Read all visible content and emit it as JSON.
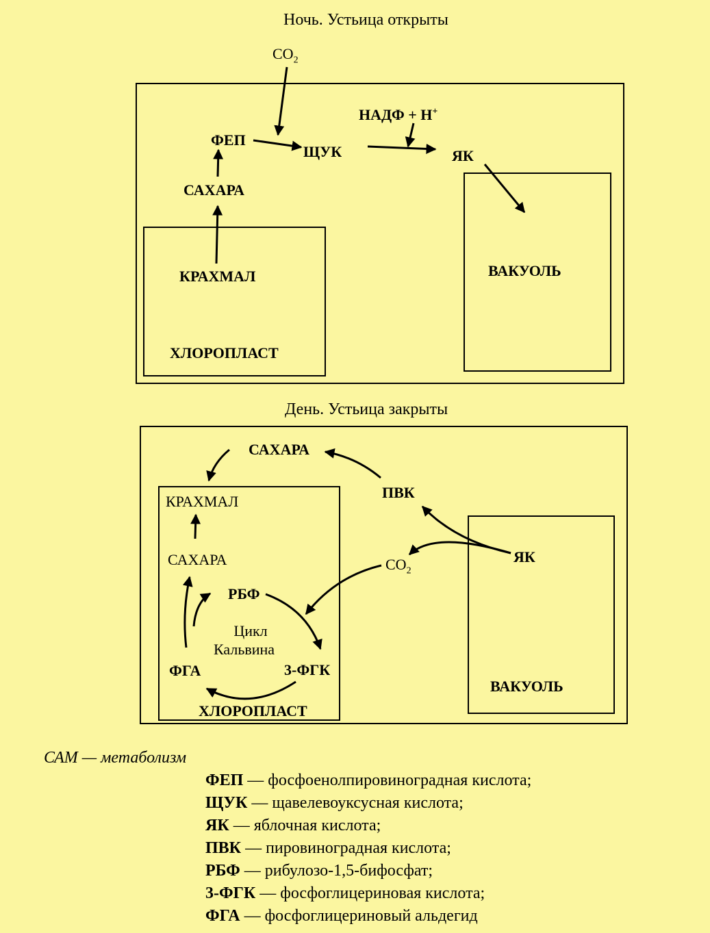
{
  "night": {
    "title": "Ночь. Устьица открыты",
    "co2": "CO",
    "co2_sub": "2",
    "fep": "ФЕП",
    "shchuk": "ЩУК",
    "nadf": "НАДФ + Н",
    "nadf_sup": "+",
    "yak": "ЯК",
    "sakhara": "САХАРА",
    "krakhmal": "КРАХМАЛ",
    "chloroplast": "ХЛОРОПЛАСТ",
    "vacuole": "ВАКУОЛЬ"
  },
  "day": {
    "title": "День. Устьица закрыты",
    "sakhara_top": "САХАРА",
    "pvk": "ПВК",
    "krakhmal": "КРАХМАЛ",
    "sakhara_inner": "САХАРА",
    "rbf": "РБФ",
    "cycle_line1": "Цикл",
    "cycle_line2": "Кальвина",
    "fga": "ФГА",
    "fgk": "3-ФГК",
    "chloroplast": "ХЛОРОПЛАСТ",
    "co2": "CO",
    "co2_sub": "2",
    "yak": "ЯК",
    "vacuole": "ВАКУОЛЬ"
  },
  "legend": {
    "heading": "САМ — метаболизм",
    "items": [
      {
        "abbr": "ФЕП",
        "text": " — фосфоенолпировиноградная кислота;"
      },
      {
        "abbr": "ЩУК",
        "text": " — щавелевоуксусная кислота;"
      },
      {
        "abbr": "ЯК",
        "text": " — яблочная кислота;"
      },
      {
        "abbr": "ПВК",
        "text": " — пировиноградная кислота;"
      },
      {
        "abbr": "РБФ",
        "text": " — рибулозо-1,5-бифосфат;"
      },
      {
        "abbr": "3-ФГК",
        "text": " — фосфоглицериновая кислота;"
      },
      {
        "abbr": "ФГА",
        "text": " — фосфоглицериновый альдегид"
      }
    ]
  }
}
